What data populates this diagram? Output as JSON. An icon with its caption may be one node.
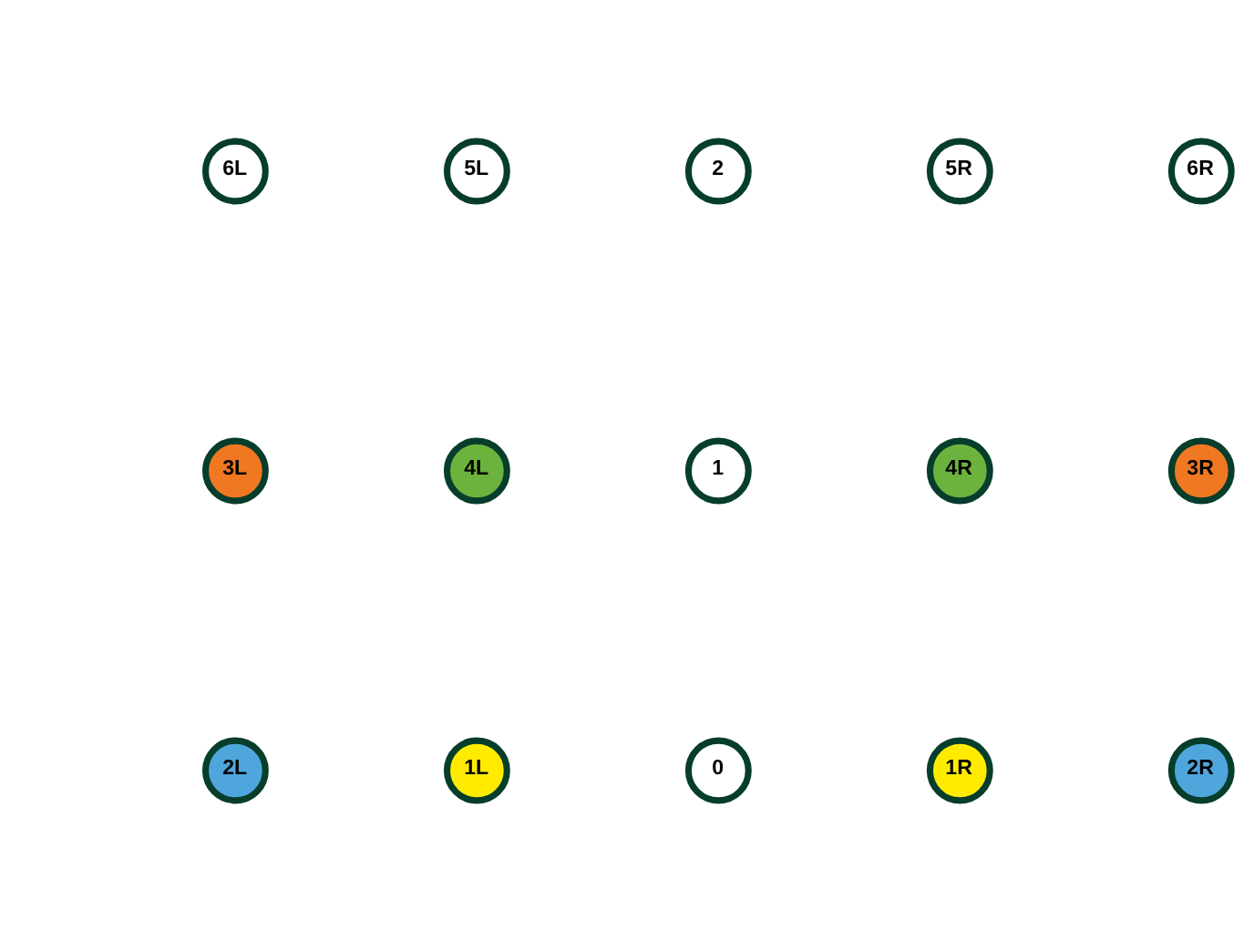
{
  "diagram": {
    "nodes": [
      {
        "text": [
          "6L"
        ]
      },
      {
        "text": [
          "5L"
        ]
      },
      {
        "text": [
          "2"
        ]
      },
      {
        "text": [
          "5R"
        ]
      },
      {
        "text": [
          "6R"
        ]
      },
      {
        "text": [
          "3L"
        ]
      },
      {
        "text": [
          "4L"
        ]
      },
      {
        "text": [
          "1"
        ]
      },
      {
        "text": [
          "4R"
        ]
      },
      {
        "text": [
          "3R"
        ]
      },
      {
        "text": [
          "2L"
        ]
      },
      {
        "text": [
          "1L"
        ]
      },
      {
        "text": [
          "0"
        ]
      },
      {
        "text": [
          "1R"
        ]
      },
      {
        "text": [
          "2R"
        ]
      }
    ]
  }
}
